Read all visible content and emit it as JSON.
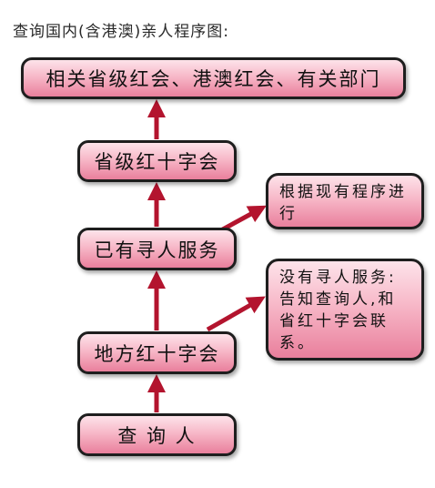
{
  "title": "查询国内(含港澳)亲人程序图:",
  "boxes": {
    "b1": "相关省级红会、港澳红会、有关部门",
    "b2": "省级红十字会",
    "b3": "已有寻人服务",
    "b4": "地方红十字会",
    "b5": "查 询 人"
  },
  "notes": {
    "n1": "根据现有程序进行",
    "n2": "没有寻人服务:告知查询人,和省红十字会联系。"
  },
  "colors": {
    "arrow": "#b3142e",
    "border": "#1e1e1e",
    "box_light": "#fde3ea",
    "box_dark": "#e97f9c"
  }
}
